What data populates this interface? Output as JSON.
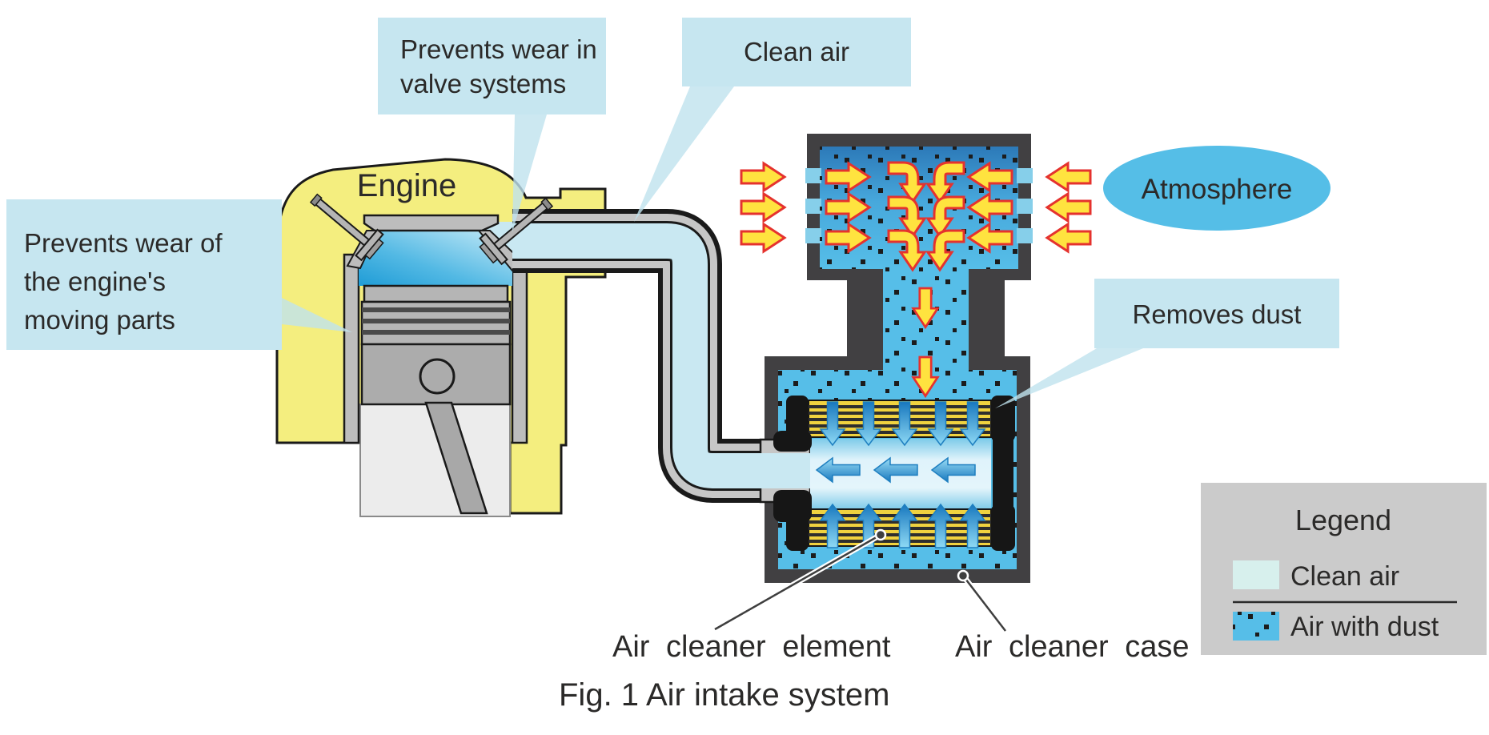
{
  "callouts": {
    "valve_systems": {
      "line1": "Prevents wear in",
      "line2": "valve systems"
    },
    "clean_air": {
      "label": "Clean air"
    },
    "moving_parts": {
      "line1": "Prevents wear of",
      "line2": "the engine's",
      "line3": "moving parts"
    },
    "removes_dust": {
      "label": "Removes dust"
    }
  },
  "engine": {
    "label": "Engine"
  },
  "atmosphere": {
    "label": "Atmosphere"
  },
  "part_labels": {
    "element": "Air cleaner element",
    "case": "Air cleaner case"
  },
  "legend": {
    "title": "Legend",
    "items": [
      {
        "label": "Clean air"
      },
      {
        "label": "Air with dust"
      }
    ]
  },
  "caption": "Fig. 1 Air intake system",
  "colors": {
    "callout_bg": "#c6e6f0",
    "tail_bg": "#bfe2ee",
    "atmosphere": "#55bee7",
    "dusty_air": "#56bee8",
    "clean_air": "#c9e8f2",
    "legend_bg": "#cbcbcb",
    "legend_clean_swatch": "#d7f0ed",
    "engine_yellow": "#f4ee7f",
    "case_dark": "#414042",
    "arrow_yellow": "#ffe33f",
    "arrow_red": "#e5322e"
  }
}
